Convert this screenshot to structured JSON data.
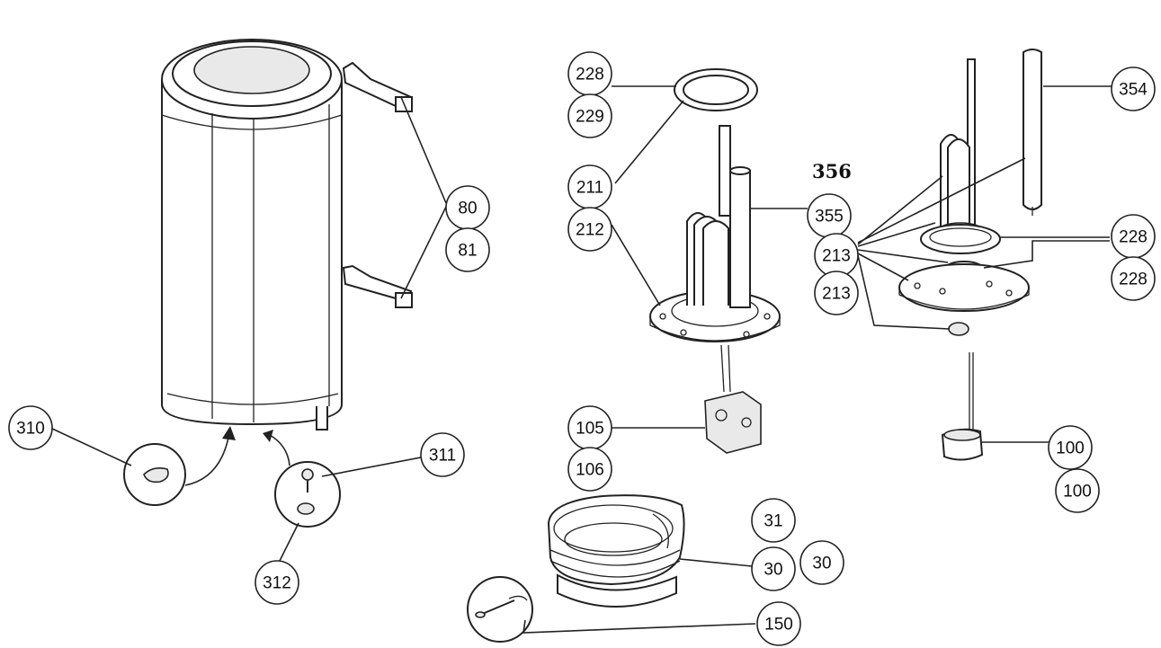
{
  "assembly_label": "356",
  "callouts": [
    {
      "id": "c310",
      "text": "310"
    },
    {
      "id": "c311",
      "text": "311"
    },
    {
      "id": "c312",
      "text": "312"
    },
    {
      "id": "c80",
      "text": "80"
    },
    {
      "id": "c81",
      "text": "81"
    },
    {
      "id": "c228a",
      "text": "228"
    },
    {
      "id": "c229",
      "text": "229"
    },
    {
      "id": "c211",
      "text": "211"
    },
    {
      "id": "c212",
      "text": "212"
    },
    {
      "id": "c355",
      "text": "355"
    },
    {
      "id": "c105",
      "text": "105"
    },
    {
      "id": "c106",
      "text": "106"
    },
    {
      "id": "c31",
      "text": "31"
    },
    {
      "id": "c30a",
      "text": "30"
    },
    {
      "id": "c30b",
      "text": "30"
    },
    {
      "id": "c150",
      "text": "150"
    },
    {
      "id": "c354",
      "text": "354"
    },
    {
      "id": "c213a",
      "text": "213"
    },
    {
      "id": "c213b",
      "text": "213"
    },
    {
      "id": "c228b",
      "text": "228"
    },
    {
      "id": "c228c",
      "text": "228"
    },
    {
      "id": "c100a",
      "text": "100"
    },
    {
      "id": "c100b",
      "text": "100"
    }
  ]
}
